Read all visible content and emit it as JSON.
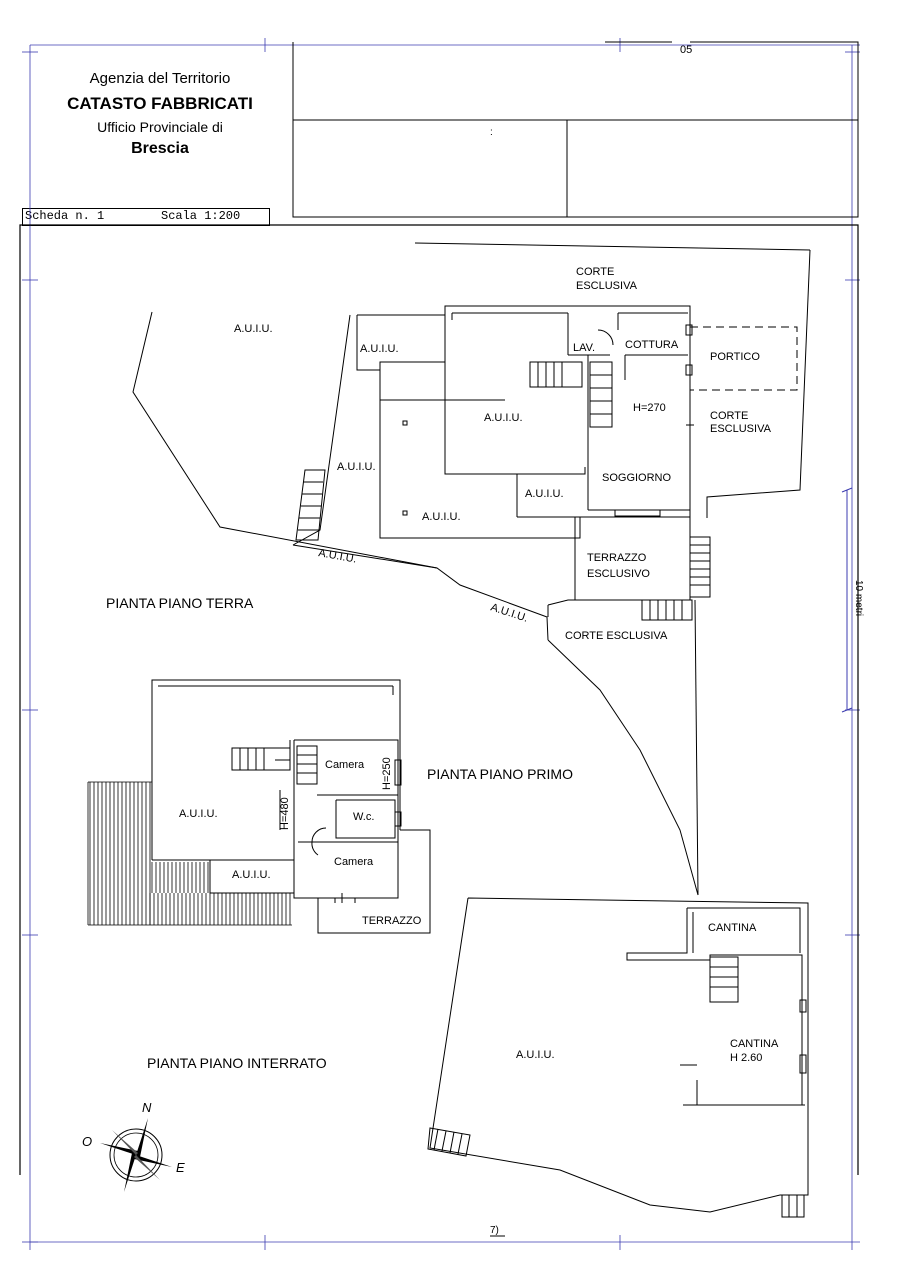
{
  "header": {
    "line1": "Agenzia del Territorio",
    "line2": "CATASTO FABBRICATI",
    "line3": "Ufficio Provinciale di",
    "line4": "Brescia",
    "top_fragment": "05",
    "colon": ":"
  },
  "scheda": {
    "label": "Scheda n. 1",
    "scale": "Scala 1:200"
  },
  "labels": {
    "pt_auiu_1": "A.U.I.U.",
    "pt_auiu_2": "A.U.I.U.",
    "pt_auiu_3": "A.U.I.U.",
    "pt_auiu_4": "A.U.I.U.",
    "pt_auiu_5": "A.U.I.U.",
    "pt_auiu_6": "A.U.I.U.",
    "pt_auiu_7": "A.U.I.U.",
    "pt_auiu_8": "A.U.I.U.",
    "corte_esclusiva_top_1": "CORTE",
    "corte_esclusiva_top_2": "ESCLUSIVA",
    "lav": "LAV.",
    "cottura": "COTTURA",
    "portico": "PORTICO",
    "h270": "H=270",
    "corte_esclusiva_right_1": "CORTE",
    "corte_esclusiva_right_2": "ESCLUSIVA",
    "soggiorno": "SOGGIORNO",
    "terrazzo_esclusivo_1": "TERRAZZO",
    "terrazzo_esclusivo_2": "ESCLUSIVO",
    "corte_esclusiva_bottom": "CORTE ESCLUSIVA",
    "pianta_terra": "PIANTA PIANO TERRA",
    "pianta_primo": "PIANTA PIANO PRIMO",
    "pp_auiu_1": "A.U.I.U.",
    "pp_auiu_2": "A.U.I.U.",
    "camera_1": "Camera",
    "h250": "H=250",
    "h480": "H=480",
    "wc": "W.c.",
    "camera_2": "Camera",
    "terrazzo": "TERRAZZO",
    "cantina_1": "CANTINA",
    "cantina_2": "CANTINA",
    "h260": "H 2.60",
    "pi_auiu": "A.U.I.U.",
    "pianta_interrato": "PIANTA PIANO INTERRATO",
    "scale_bar": "10 metri",
    "compass_n": "N",
    "compass_o": "O",
    "compass_e": "E",
    "footer": "7)"
  }
}
